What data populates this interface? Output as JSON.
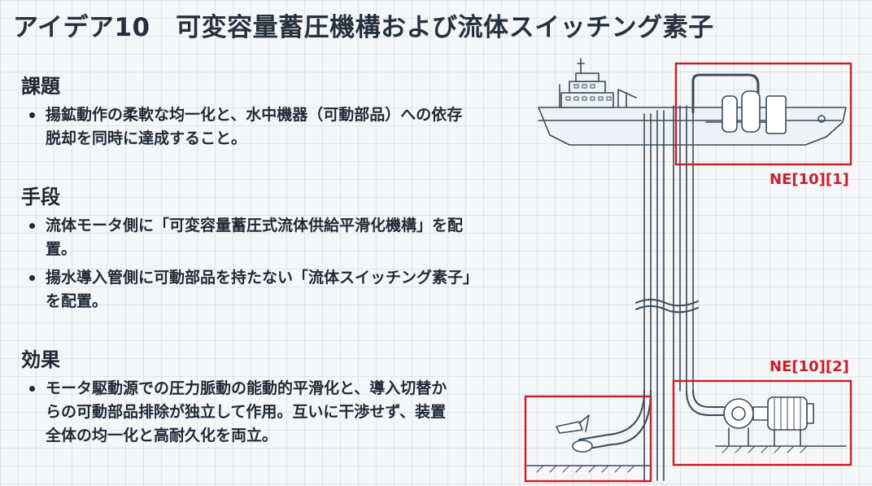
{
  "title": "アイデア10　可変容量蓄圧機構および流体スイッチング素子",
  "sections": [
    {
      "heading": "課題",
      "bullets": [
        "揚鉱動作の柔軟な均一化と、水中機器（可動部品）への依存脱却を同時に達成すること。"
      ]
    },
    {
      "heading": "手段",
      "bullets": [
        "流体モータ側に「可変容量蓄圧式流体供給平滑化機構」を配置。",
        "揚水導入管側に可動部品を持たない「流体スイッチング素子」を配置。"
      ]
    },
    {
      "heading": "効果",
      "bullets": [
        "モータ駆動源での圧力脈動の能動的平滑化と、導入切替からの可動部品排除が独立して作用。互いに干渉せず、装置全体の均一化と高耐久化を両立。"
      ]
    }
  ],
  "callouts": {
    "ship_box": "NE[10][1]",
    "pump_box": "NE[10][2]"
  },
  "colors": {
    "callout": "#c8202a",
    "line": "#3c4a58",
    "text": "#1f2a36"
  }
}
